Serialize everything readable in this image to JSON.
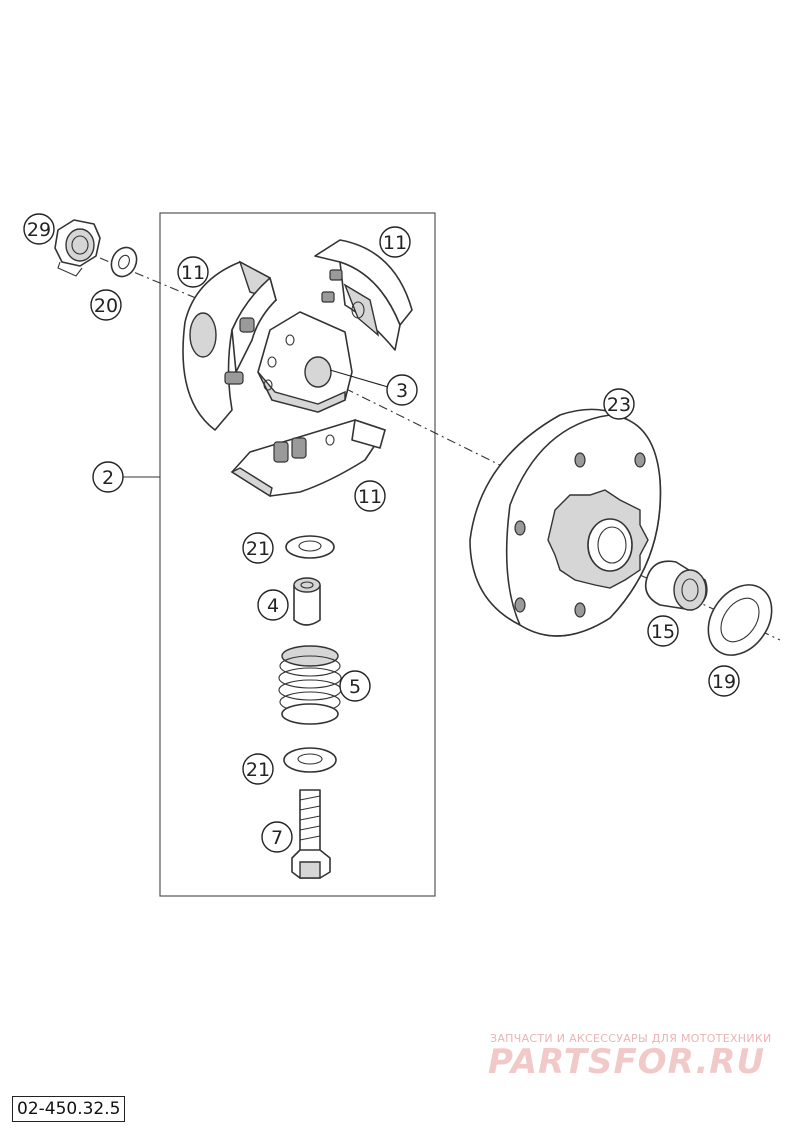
{
  "diagram": {
    "reference_code": "02-450.32.5",
    "callouts": [
      {
        "id": "29",
        "label": "29"
      },
      {
        "id": "20",
        "label": "20"
      },
      {
        "id": "11a",
        "label": "11"
      },
      {
        "id": "11b",
        "label": "11"
      },
      {
        "id": "3",
        "label": "3"
      },
      {
        "id": "11c",
        "label": "11"
      },
      {
        "id": "2",
        "label": "2"
      },
      {
        "id": "21a",
        "label": "21"
      },
      {
        "id": "4",
        "label": "4"
      },
      {
        "id": "5",
        "label": "5"
      },
      {
        "id": "21b",
        "label": "21"
      },
      {
        "id": "7",
        "label": "7"
      },
      {
        "id": "23",
        "label": "23"
      },
      {
        "id": "15",
        "label": "15"
      },
      {
        "id": "19",
        "label": "19"
      }
    ]
  },
  "watermark": {
    "subtitle": "ЗАПЧАСТИ И АКСЕССУАРЫ ДЛЯ МОТОТЕХНИКИ",
    "brand": "PARTSFOR.RU",
    "colors": {
      "brand": "#f1c9c9",
      "subtitle": "#e9b4b4"
    }
  }
}
